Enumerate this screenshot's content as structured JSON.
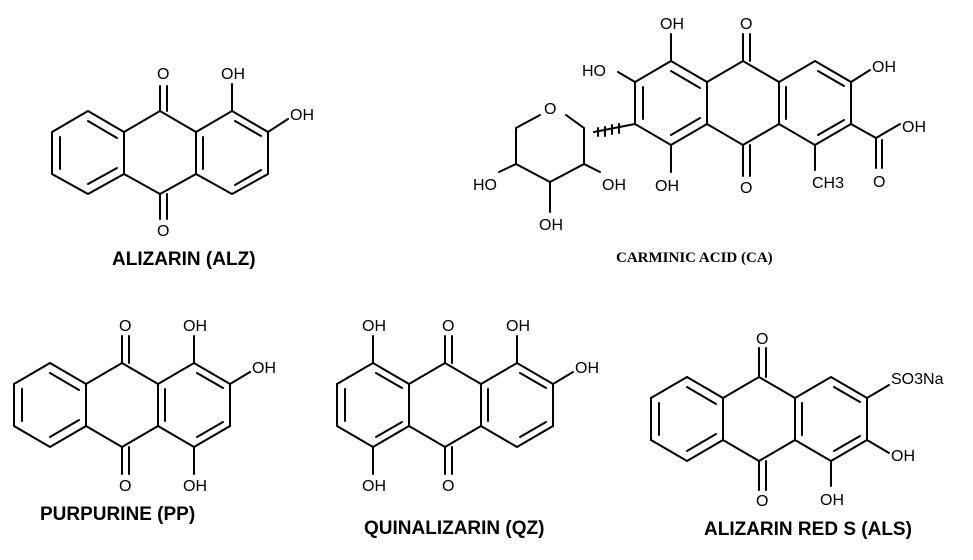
{
  "structures": [
    {
      "id": "alz",
      "caption": "ALIZARIN (ALZ)",
      "atoms": {
        "o_top": "O",
        "o_bottom": "O",
        "oh_1": "OH",
        "oh_2": "OH"
      }
    },
    {
      "id": "ca",
      "caption": "CARMINIC ACID (CA)",
      "atoms": {
        "oh_top": "OH",
        "o_top": "O",
        "oh_right": "OH",
        "ho_left": "HO",
        "o_ring": "O",
        "oh_cooh": "OH",
        "o_cooh": "O",
        "ch3": "CH3",
        "o_bottom": "O",
        "oh_bottom": "OH",
        "ho_sugar": "HO",
        "oh_sugar_a": "OH",
        "oh_sugar_b": "OH"
      }
    },
    {
      "id": "pp",
      "caption": "PURPURINE (PP)",
      "atoms": {
        "o_top": "O",
        "o_bottom": "O",
        "oh_1": "OH",
        "oh_2": "OH",
        "oh_4": "OH"
      }
    },
    {
      "id": "qz",
      "caption": "QUINALIZARIN (QZ)",
      "atoms": {
        "o_top": "O",
        "o_bottom": "O",
        "oh_5": "OH",
        "oh_1": "OH",
        "oh_2": "OH",
        "oh_8": "OH"
      }
    },
    {
      "id": "als",
      "caption": "ALIZARIN RED S (ALS)",
      "atoms": {
        "o_top": "O",
        "o_bottom": "O",
        "so3na": "SO3Na",
        "oh_3": "OH",
        "oh_4": "OH"
      }
    }
  ]
}
